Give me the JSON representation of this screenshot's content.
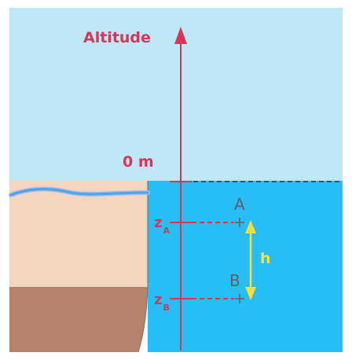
{
  "axis": {
    "title": "Altitude",
    "zero_label": "0 m"
  },
  "levels": {
    "a": {
      "prefix": "z",
      "sub": "A"
    },
    "b": {
      "prefix": "z",
      "sub": "B"
    }
  },
  "points": {
    "a": "A",
    "b": "B"
  },
  "depth_label": "h",
  "colors": {
    "sky": "#bfe7f5",
    "water": "#29bdf5",
    "sand": "#f3d6bf",
    "rock": "#b5836b",
    "axis": "#d7365a",
    "point_text": "#5a6069",
    "depth_arrow": "#f4e03a",
    "stream": "#4aa6e6",
    "stream_outline": "#a9b9ee"
  }
}
